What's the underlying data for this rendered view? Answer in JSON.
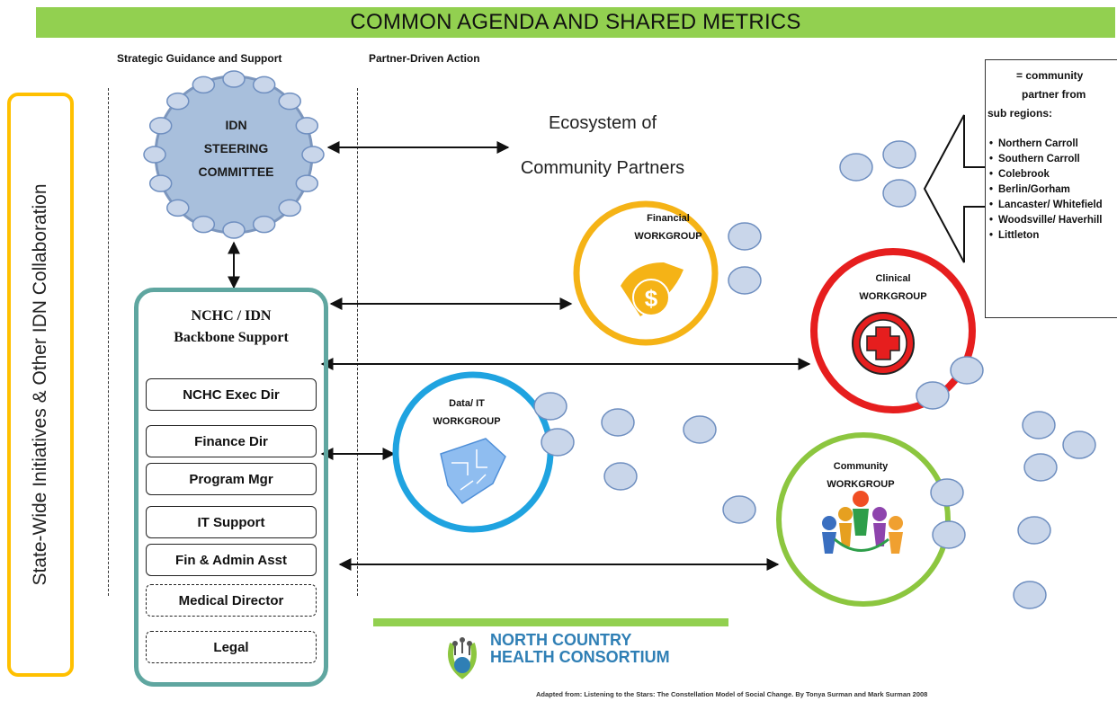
{
  "banner": {
    "title": "COMMON AGENDA AND SHARED METRICS"
  },
  "columns": {
    "left": "Strategic Guidance and Support",
    "right": "Partner-Driven Action"
  },
  "side_panel": {
    "label": "State-Wide  Initiatives & Other IDN Collaboration"
  },
  "steering_committee": {
    "line1": "IDN",
    "line2": "STEERING",
    "line3": "COMMITTEE"
  },
  "ecosystem": {
    "line1": "Ecosystem of",
    "line2": "Community Partners"
  },
  "backbone": {
    "title_line1": "NCHC / IDN",
    "title_line2": "Backbone Support",
    "roles": [
      {
        "label": "NCHC Exec Dir",
        "style": "solid"
      },
      {
        "label": "Finance Dir",
        "style": "solid"
      },
      {
        "label": "Program Mgr",
        "style": "solid"
      },
      {
        "label": "IT Support",
        "style": "solid"
      },
      {
        "label": "Fin & Admin Asst",
        "style": "solid"
      },
      {
        "label": "Medical Director",
        "style": "dashed"
      },
      {
        "label": "Legal",
        "style": "dashed"
      }
    ]
  },
  "workgroups": {
    "financial": {
      "name": "Financial",
      "suffix": "WORKGROUP",
      "color": "#f5b316",
      "icon": "dollar-icon"
    },
    "clinical": {
      "name": "Clinical",
      "suffix": "WORKGROUP",
      "color": "#e61e1e",
      "icon": "red-cross-icon"
    },
    "data_it": {
      "name": "Data/ IT",
      "suffix": "WORKGROUP",
      "color": "#1fa3e0",
      "icon": "circuit-map-icon"
    },
    "community": {
      "name": "Community",
      "suffix": "WORKGROUP",
      "color": "#8cc63f",
      "icon": "people-circle-icon"
    }
  },
  "legend": {
    "title_line1": "= community",
    "title_line2": "partner from",
    "title_line3": "sub regions:",
    "regions": [
      "Northern Carroll",
      "Southern Carroll",
      "Colebrook",
      "Berlin/Gorham",
      "Lancaster/ Whitefield",
      "Woodsville/ Haverhill",
      "Littleton"
    ]
  },
  "logo": {
    "line1": "NORTH COUNTRY",
    "line2": "HEALTH CONSORTIUM"
  },
  "credit": "Adapted from: Listening to the Stars: The Constellation Model of Social Change. By Tonya Surman and Mark Surman 2008",
  "colors": {
    "banner": "#92d050",
    "side_panel": "#ffc000",
    "backbone": "#5fa6a0",
    "steering_fill": "#a8bfdc",
    "partner_fill": "#c9d6ea"
  }
}
